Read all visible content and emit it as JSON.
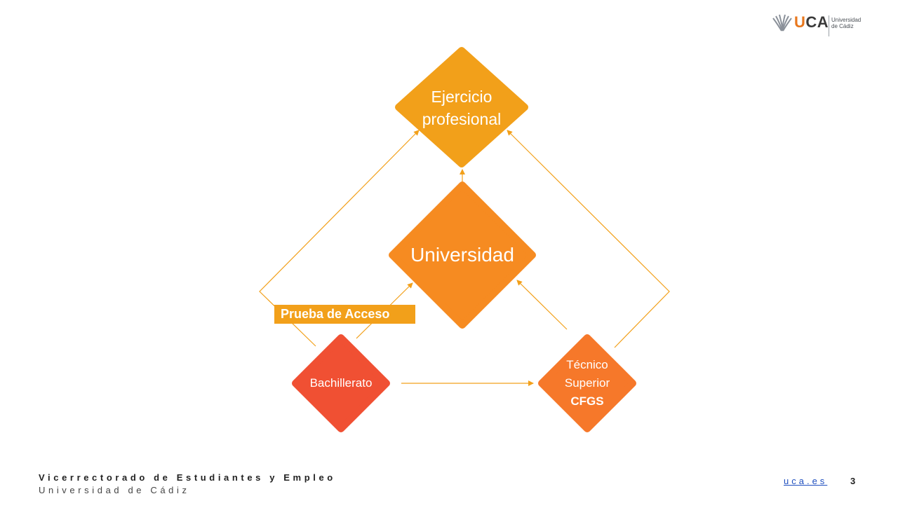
{
  "logo": {
    "brand": "UCA",
    "brand_first": "U",
    "brand_rest": "CA",
    "sub_line1": "Universidad",
    "sub_line2": "de Cádiz"
  },
  "diagram": {
    "nodes": {
      "ejercicio": {
        "line1": "Ejercicio",
        "line2": "profesional",
        "color": "#f2a01a"
      },
      "universidad": {
        "label": "Universidad",
        "color": "#f68b21"
      },
      "bachillerato": {
        "label": "Bachillerato",
        "color": "#f05033"
      },
      "tecnico": {
        "line1": "Técnico",
        "line2": "Superior",
        "line3": "CFGS",
        "color": "#f6782a"
      }
    },
    "prueba_label": "Prueba de Acceso",
    "arrow_color": "#f2a01a"
  },
  "footer": {
    "line1": "Vicerrectorado de Estudiantes y Empleo",
    "line2": "Universidad de Cádiz",
    "link": "uca.es",
    "page_number": "3"
  }
}
